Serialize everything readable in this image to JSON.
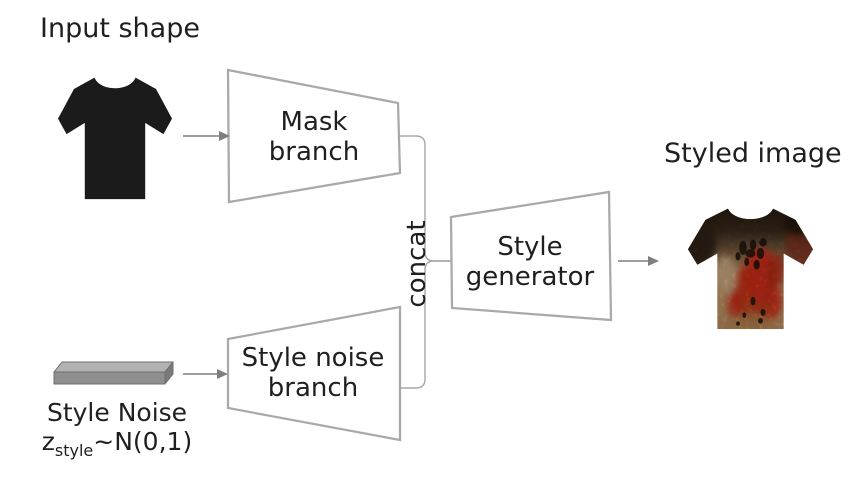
{
  "diagram": {
    "kind": "neural-network-architecture-flow",
    "inputs": {
      "shape": {
        "label": "Input shape"
      },
      "noise": {
        "label": "Style Noise",
        "formula_var": "z",
        "formula_sub": "style",
        "formula_tail": "~N(0,1)"
      }
    },
    "nodes": {
      "mask_branch": {
        "label_line1": "Mask",
        "label_line2": "branch"
      },
      "style_noise_branch": {
        "label_line1": "Style noise",
        "label_line2": "branch"
      },
      "concat": {
        "label": "concat"
      },
      "style_generator": {
        "label_line1": "Style",
        "label_line2": "generator"
      }
    },
    "output": {
      "label": "Styled image"
    },
    "flow": [
      "Input shape -> Mask branch",
      "Style Noise -> Style noise branch",
      "Mask branch + Style noise branch -> concat",
      "concat -> Style generator",
      "Style generator -> Styled image"
    ],
    "colors": {
      "node_border": "#a9a9a9",
      "node_fill": "#ffffff",
      "connector": "#a6a6a6",
      "arrow": "#7f7f7f",
      "text": "#1f1f1f",
      "input_shirt": "#1b1b1b",
      "noise_bar_top": "#b2b2b2",
      "noise_bar_front": "#8f8f8f",
      "noise_bar_side": "#7a7a7a",
      "styled_shirt_red": "#df3220",
      "styled_shirt_tan": "#c8996a",
      "styled_shirt_dark": "#241a10"
    }
  }
}
